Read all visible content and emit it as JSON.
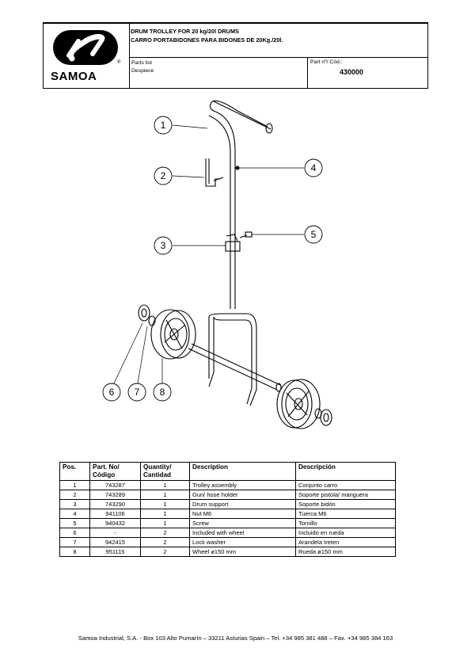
{
  "header": {
    "brand": "SAMOA",
    "reg_mark": "®",
    "title_en": "DRUM TROLLEY FOR 20 kg/20l DRUMS",
    "title_es": "CARRO PORTABIDONES PARA BIDONES DE 20Kg./20l.",
    "parts_list_en": "Parts list",
    "parts_list_es": "Despiece",
    "part_no_label": "Part nº/ Cód.:",
    "part_no": "430000"
  },
  "callouts": [
    "1",
    "2",
    "3",
    "4",
    "5",
    "6",
    "7",
    "8"
  ],
  "table": {
    "headers": [
      {
        "l1": "Pos.",
        "l2": ""
      },
      {
        "l1": "Part. No/",
        "l2": "Código"
      },
      {
        "l1": "Quantity/",
        "l2": "Cantidad"
      },
      {
        "l1": "Description",
        "l2": ""
      },
      {
        "l1": "Descripción",
        "l2": ""
      }
    ],
    "rows": [
      [
        "1",
        "743287",
        "1",
        "Trolley assembly",
        "Conjunto carro"
      ],
      [
        "2",
        "743289",
        "1",
        "Gun/ hose holder",
        "Soporte pistola/ manguera"
      ],
      [
        "3",
        "743290",
        "1",
        "Drum support",
        "Soporte bidón"
      ],
      [
        "4",
        "941106",
        "1",
        "Nut M6",
        "Tuerca M6"
      ],
      [
        "5",
        "940432",
        "1",
        "Screw",
        "Tornillo"
      ],
      [
        "6",
        "-",
        "2",
        "Included with wheel",
        "Incluido en rueda"
      ],
      [
        "7",
        "942415",
        "2",
        "Lock washer",
        "Arandela treten"
      ],
      [
        "8",
        "951115",
        "2",
        "Wheel ø150 mm",
        "Rueda ø150 mm"
      ]
    ]
  },
  "footer": "Samoa Industrial, S.A. - Box 103  Alto Pumarín – 33211 Asturias Spain – Tel. +34 985 381 488 – Fax. +34 985 384 163"
}
